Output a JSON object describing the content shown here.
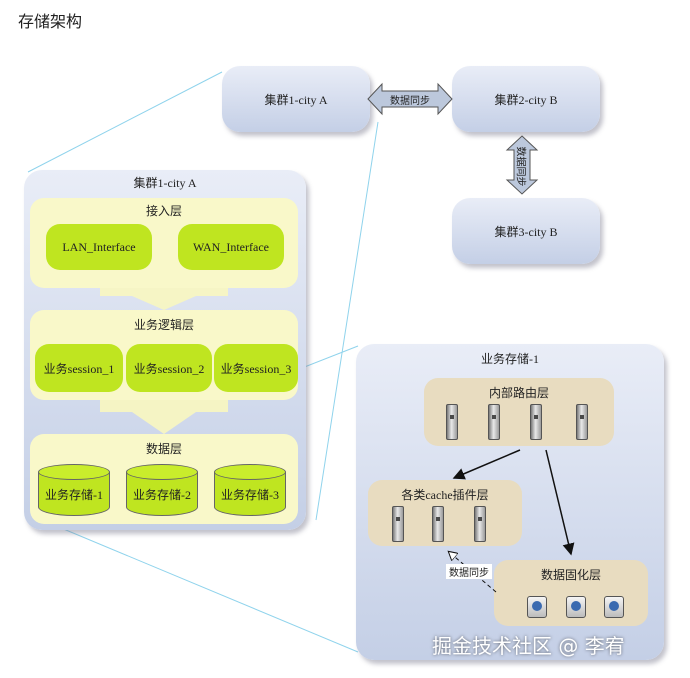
{
  "page_title": "存储架构",
  "top": {
    "cluster_a": "集群1-city A",
    "cluster_b": "集群2-city B",
    "cluster_c": "集群3-city B",
    "sync_h": "数据同步",
    "sync_v": "数据同步"
  },
  "cluster_detail": {
    "title": "集群1-city A",
    "access_layer": {
      "title": "接入层",
      "items": [
        "LAN_Interface",
        "WAN_Interface"
      ]
    },
    "logic_layer": {
      "title": "业务逻辑层",
      "items": [
        "业务session_1",
        "业务session_2",
        "业务session_3"
      ]
    },
    "data_layer": {
      "title": "数据层",
      "items": [
        "业务存储-1",
        "业务存储-2",
        "业务存储-3"
      ]
    }
  },
  "storage_detail": {
    "title": "业务存储-1",
    "routing_layer": "内部路由层",
    "cache_layer": "各类cache插件层",
    "persist_layer": "数据固化层",
    "sync_label": "数据同步"
  },
  "watermark": "掘金技术社区 @ 李宥"
}
